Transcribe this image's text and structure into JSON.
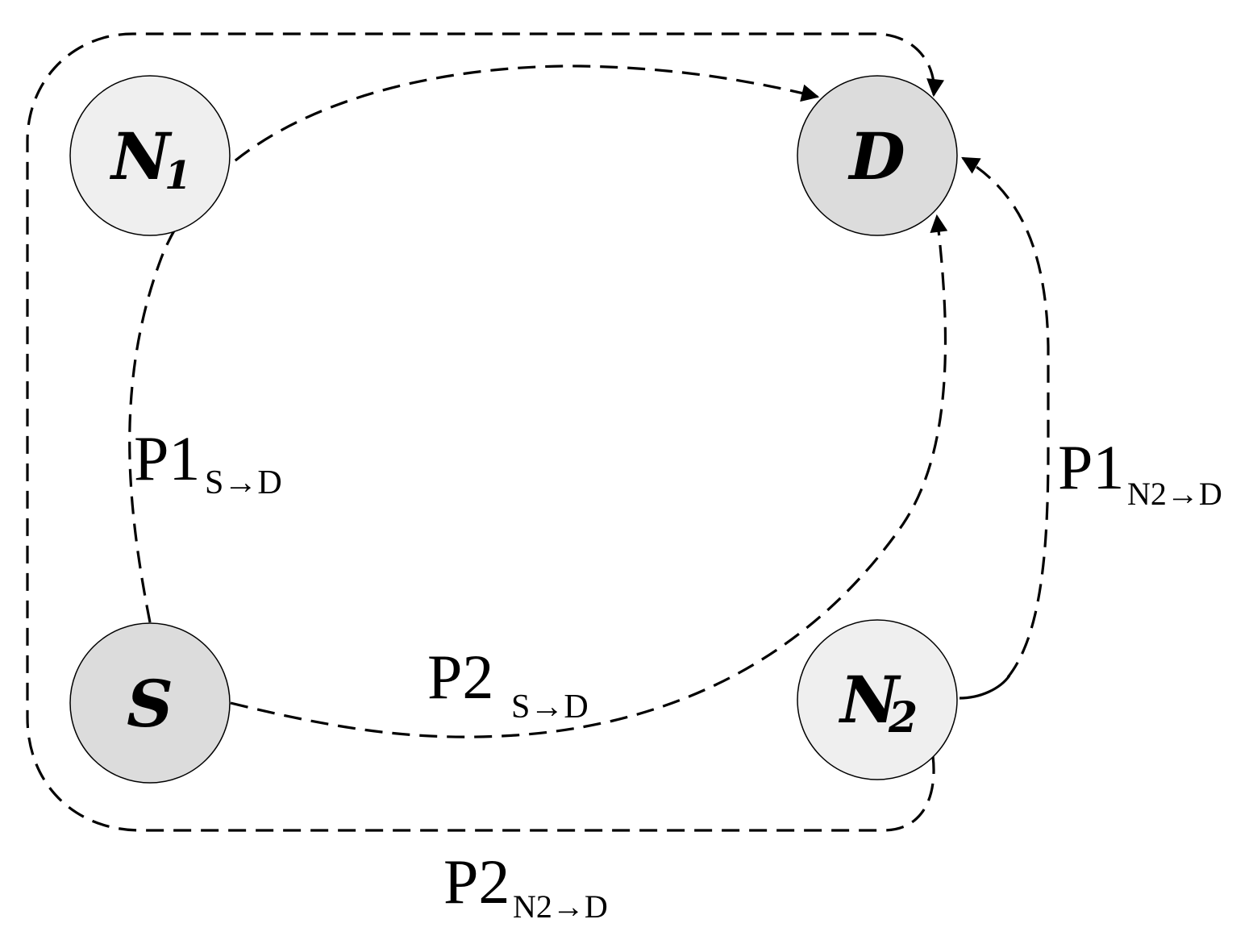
{
  "colors": {
    "light_node": "#efefef",
    "dark_node": "#dcdcdc",
    "stroke": "#000000"
  },
  "nodes": {
    "n1": {
      "label": "N",
      "sub": "1"
    },
    "d": {
      "label": "D"
    },
    "s": {
      "label": "S"
    },
    "n2": {
      "label": "N",
      "sub": "2"
    }
  },
  "paths": {
    "p1_sd": {
      "main": "P1",
      "sub": "S→D"
    },
    "p2_sd": {
      "main": "P2",
      "sub": "S→D"
    },
    "p1_n2d": {
      "main": "P1",
      "sub": "N2→D"
    },
    "p2_n2d": {
      "main": "P2",
      "sub": "N2→D"
    }
  }
}
